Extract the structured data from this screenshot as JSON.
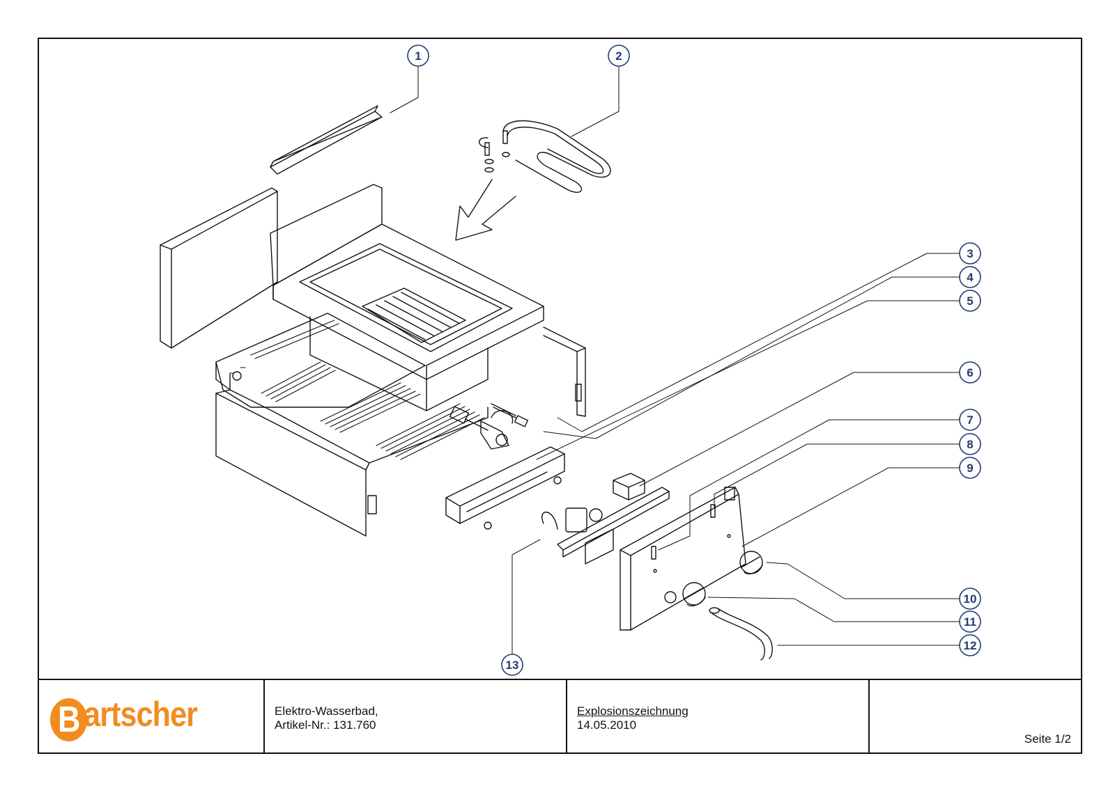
{
  "diagram": {
    "callouts": [
      "1",
      "2",
      "3",
      "4",
      "5",
      "6",
      "7",
      "8",
      "9",
      "10",
      "11",
      "12",
      "13"
    ],
    "line_color": "#111111",
    "callout_color": "#1f3b73"
  },
  "title_block": {
    "logo": "Bartscher",
    "logo_color": "#f28c1f",
    "product_line1": "Elektro-Wasserbad,",
    "product_line2": "Artikel-Nr.: 131.760",
    "drawing_type": "Explosionszeichnung",
    "date": "14.05.2010",
    "page": "Seite 1/2"
  }
}
